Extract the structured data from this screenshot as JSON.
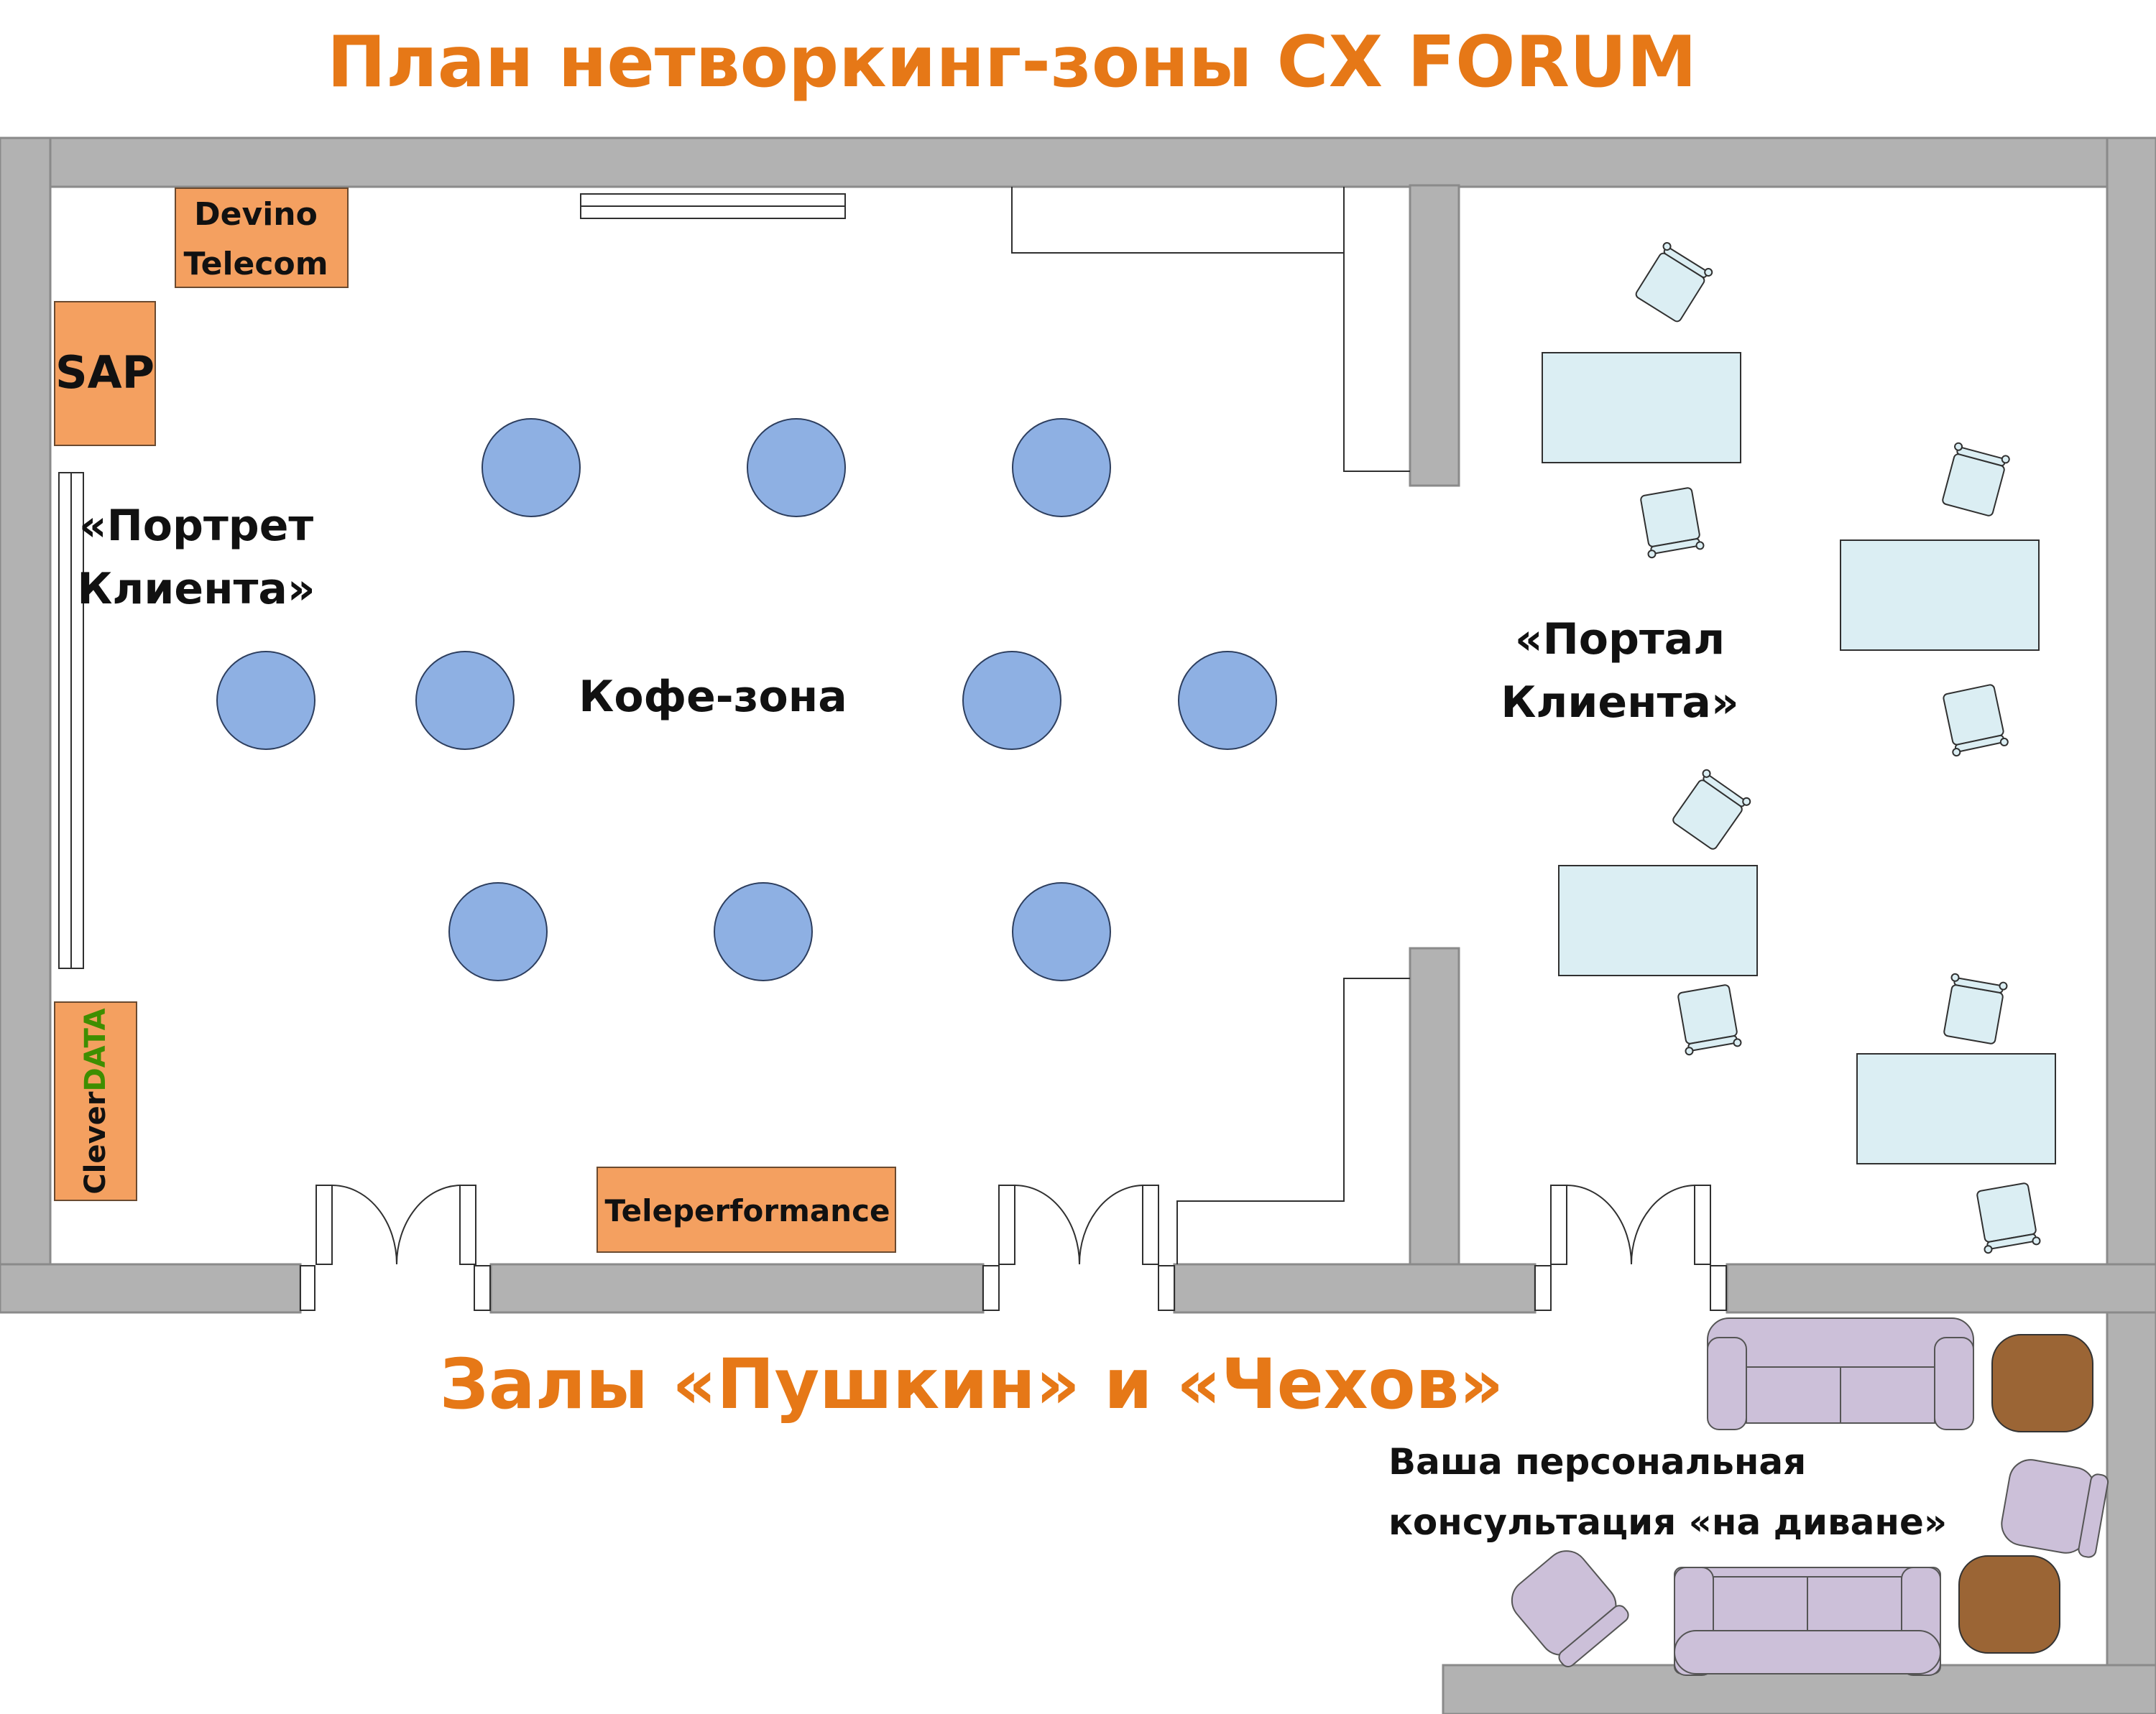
{
  "title": "План нетворкинг-зоны CX FORUM",
  "zones": {
    "coffee": "Кофе-зона",
    "portrait_line1": "«Портрет",
    "portrait_line2": "Клиента»",
    "portal_line1": "«Портал",
    "portal_line2": "Клиента»",
    "halls": "Залы «Пушкин» и «Чехов»",
    "consult_line1": "Ваша персональная",
    "consult_line2": "консультация «на диване»"
  },
  "booths": {
    "devino_line1": "Devino",
    "devino_line2": "Telecom",
    "sap": "SAP",
    "cleverdata_part1": "Clever",
    "cleverdata_part2": "DATA",
    "teleperformance": "Teleperformance"
  },
  "colors": {
    "title": "#e67817",
    "wall": "#b2b2b2",
    "booth": "#f4a060",
    "round_table": "#8eb0e3",
    "desk": "#dbeef3",
    "sofa": "#ccc0d9",
    "pouf": "#9b6535",
    "cleverdata_accent": "#3e8e00"
  }
}
